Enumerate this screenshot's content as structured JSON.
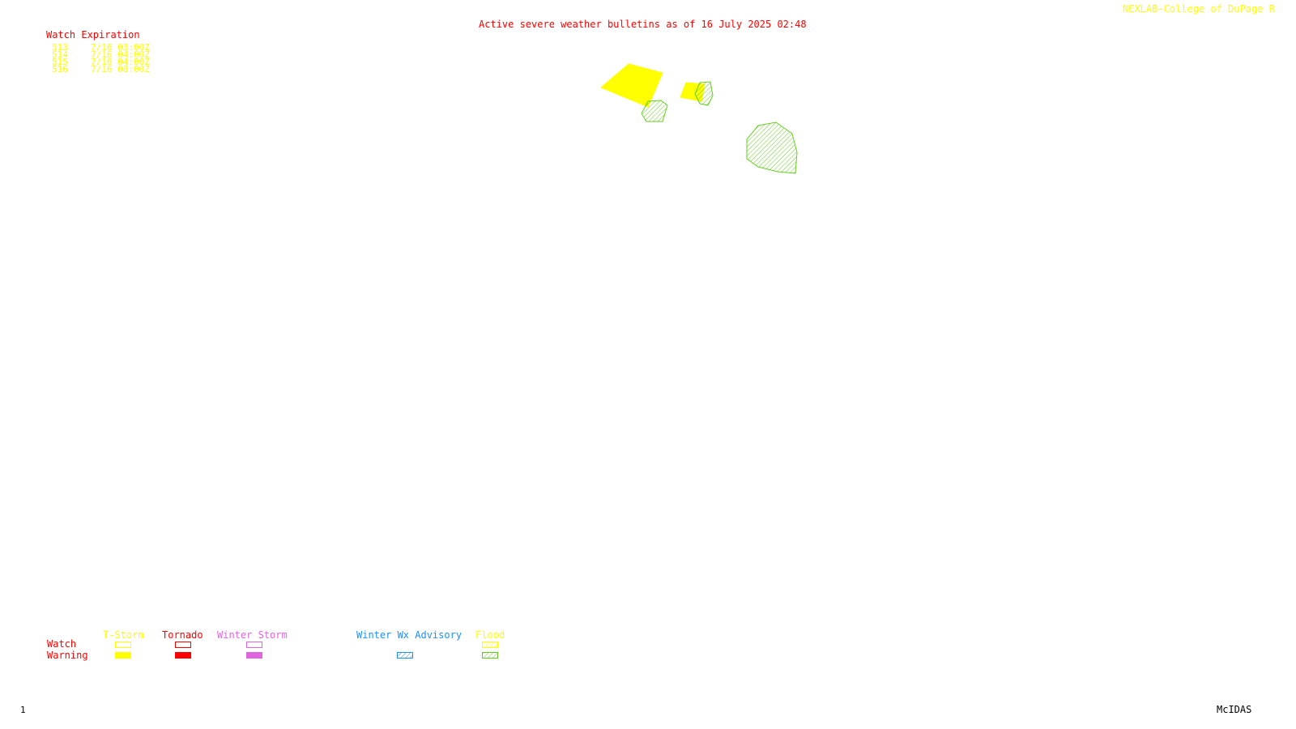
{
  "header": {
    "title": "Active severe weather bulletins as of 16 July 2025 02:48",
    "credit": "NEXLAB-College of DuPage R"
  },
  "watch_expiration": {
    "heading": "Watch Expiration",
    "rows": [
      {
        "number": "513",
        "expires": "7/16 03:00Z"
      },
      {
        "number": "514",
        "expires": "7/16 04:00Z"
      },
      {
        "number": "515",
        "expires": "7/16 04:00Z"
      },
      {
        "number": "516",
        "expires": "7/16 08:00Z"
      }
    ]
  },
  "legend": {
    "row_watch": "Watch",
    "row_warning": "Warning",
    "categories": [
      {
        "label": "T-Storm",
        "color": "#ffff00"
      },
      {
        "label": "Tornado",
        "color": "#ff0000"
      },
      {
        "label": "Winter Storm",
        "color": "#e066e0"
      },
      {
        "label": "Winter Wx Advisory",
        "color": "#1e90ff"
      },
      {
        "label": "Flood",
        "color": "#ffff00"
      }
    ]
  },
  "map_features": [
    {
      "type": "T-Storm Warning",
      "color": "#ffff00"
    },
    {
      "type": "T-Storm Warning",
      "color": "#ffff00"
    },
    {
      "type": "Flood Warning",
      "color": "#66cc22"
    },
    {
      "type": "Flood Warning",
      "color": "#66cc22"
    },
    {
      "type": "Flood Warning",
      "color": "#66cc22"
    }
  ],
  "footer": {
    "frame_number": "1",
    "software": "McIDAS"
  }
}
